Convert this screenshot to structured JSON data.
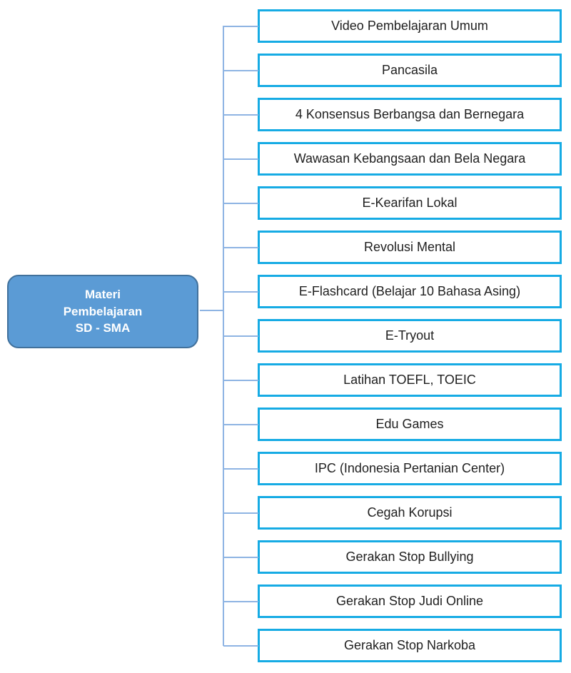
{
  "root": {
    "label": "Materi\nPembelajaran\nSD - SMA"
  },
  "branches": [
    {
      "label": "Video Pembelajaran Umum"
    },
    {
      "label": "Pancasila"
    },
    {
      "label": "4 Konsensus Berbangsa dan Bernegara"
    },
    {
      "label": "Wawasan Kebangsaan dan Bela Negara"
    },
    {
      "label": "E-Kearifan Lokal"
    },
    {
      "label": "Revolusi Mental"
    },
    {
      "label": "E-Flashcard (Belajar 10 Bahasa Asing)"
    },
    {
      "label": "E-Tryout"
    },
    {
      "label": "Latihan TOEFL, TOEIC"
    },
    {
      "label": "Edu Games"
    },
    {
      "label": "IPC (Indonesia Pertanian Center)"
    },
    {
      "label": "Cegah Korupsi"
    },
    {
      "label": "Gerakan Stop Bullying"
    },
    {
      "label": "Gerakan Stop Judi Online"
    },
    {
      "label": "Gerakan Stop Narkoba"
    }
  ],
  "colors": {
    "root_fill": "#5B9BD5",
    "root_border": "#41719C",
    "branch_border": "#16ABE4",
    "connector": "#8EB4E3",
    "branch_text": "#1F1F1F",
    "root_text": "#FFFFFF"
  }
}
